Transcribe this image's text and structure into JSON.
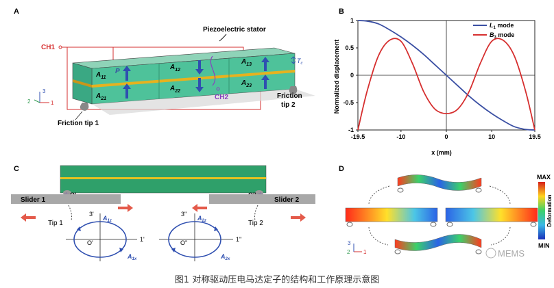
{
  "caption": "图1 对称驱动压电马达定子的结构和工作原理示意图",
  "panel_a": {
    "label": "A",
    "stator_label": "Piezoelectric stator",
    "ch1": "CH1",
    "ch2": "CH2",
    "polarization": "P",
    "thickness": "T",
    "thickness_sub": "c",
    "regions": [
      {
        "main": "A",
        "sub": "11"
      },
      {
        "main": "A",
        "sub": "12"
      },
      {
        "main": "A",
        "sub": "13"
      },
      {
        "main": "A",
        "sub": "21"
      },
      {
        "main": "A",
        "sub": "22"
      },
      {
        "main": "A",
        "sub": "23"
      }
    ],
    "tip1": "Friction tip 1",
    "tip2_line1": "Friction",
    "tip2_line2": "tip 2",
    "axes": {
      "x": "1",
      "y": "2",
      "z": "3"
    }
  },
  "panel_b": {
    "label": "B",
    "chart_data": {
      "type": "line",
      "xlabel": "x (mm)",
      "ylabel": "Normalized displacement",
      "xlim": [
        -19.5,
        19.5
      ],
      "ylim": [
        -1,
        1
      ],
      "xticks": [
        "-19.5",
        "-10",
        "0",
        "10",
        "19.5"
      ],
      "yticks": [
        "1",
        "0.5",
        "0",
        "-0.5",
        "-1"
      ],
      "grid": false,
      "legend_position": "top-right",
      "x": [
        -19.5,
        -17.5,
        -15,
        -12.5,
        -10,
        -7.5,
        -5,
        -2.5,
        0,
        2.5,
        5,
        7.5,
        10,
        12.5,
        15,
        17.5,
        19.5
      ],
      "series": [
        {
          "name_main": "L",
          "name_sub": "1",
          "name_suffix": " mode",
          "color": "#3a4fa3",
          "values": [
            1.0,
            0.99,
            0.94,
            0.83,
            0.7,
            0.55,
            0.38,
            0.19,
            0.0,
            -0.19,
            -0.38,
            -0.55,
            -0.7,
            -0.83,
            -0.94,
            -0.99,
            -1.0
          ]
        },
        {
          "name_main": "B",
          "name_sub": "3",
          "name_suffix": " mode",
          "color": "#d62f2f",
          "values": [
            -1.0,
            -0.3,
            0.35,
            0.64,
            0.62,
            0.22,
            -0.3,
            -0.62,
            -0.7,
            -0.62,
            -0.3,
            0.22,
            0.62,
            0.64,
            0.35,
            -0.3,
            -1.0
          ]
        }
      ]
    }
  },
  "panel_c": {
    "label": "C",
    "slider1": "Slider 1",
    "slider2": "Slider 2",
    "o_prime": "O'",
    "o_dprime": "O''",
    "tip1": "Tip 1",
    "tip2": "Tip 2",
    "left_axes": {
      "vertical": "3'",
      "horizontal": "1'",
      "center": "O'"
    },
    "right_axes": {
      "vertical": "3''",
      "horizontal": "1''",
      "center": "O''"
    },
    "a_labels": [
      {
        "main": "A",
        "sub": "1z"
      },
      {
        "main": "A",
        "sub": "1x"
      },
      {
        "main": "A",
        "sub": "2z"
      },
      {
        "main": "A",
        "sub": "2x"
      }
    ]
  },
  "panel_d": {
    "label": "D",
    "colorbar_max": "MAX",
    "colorbar_min": "MIN",
    "colorbar_title": "Deformation",
    "axes": {
      "x": "1",
      "y": "2",
      "z": "3"
    },
    "watermark": "MEMS"
  }
}
